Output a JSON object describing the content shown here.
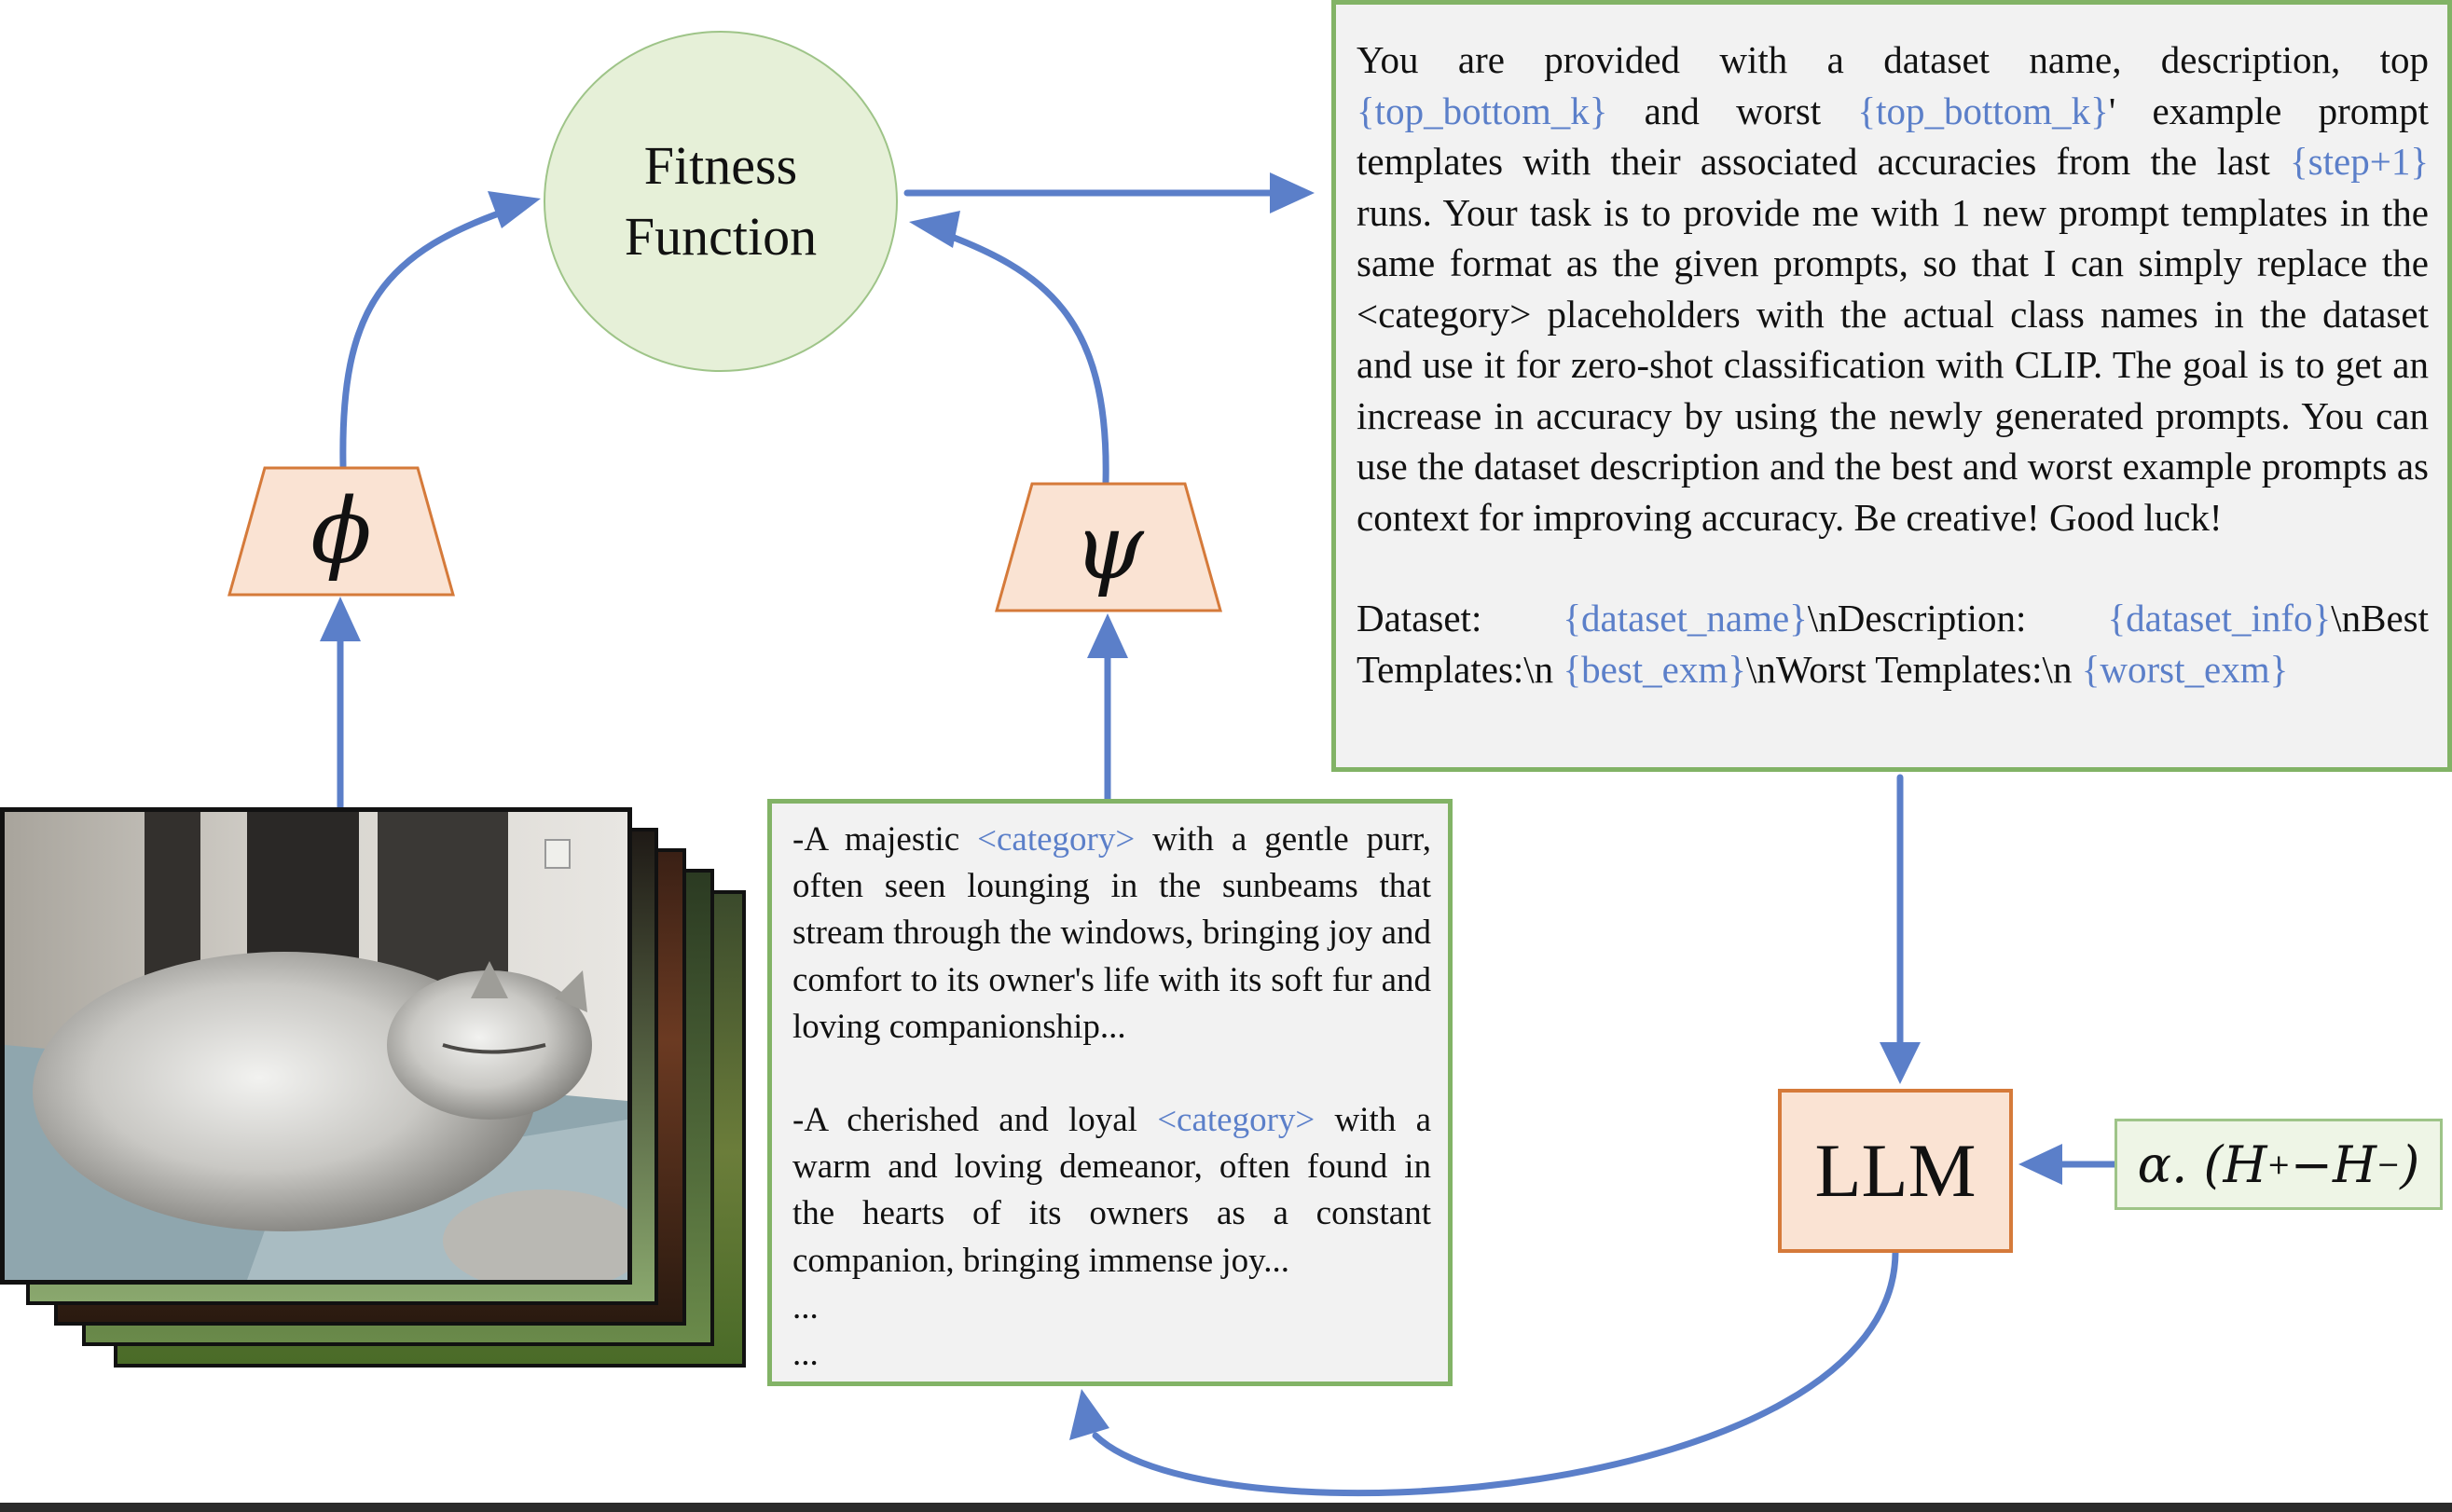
{
  "nodes": {
    "fitness_function": {
      "line1": "Fitness",
      "line2": "Function"
    },
    "phi_encoder": {
      "symbol": "ϕ"
    },
    "psi_encoder": {
      "symbol": "ψ"
    },
    "llm": {
      "label": "LLM"
    },
    "alpha_input": {
      "prefix": "α. (",
      "h": "H",
      "plus": "+",
      "minus_op": " − ",
      "h2": "H",
      "minus": "−",
      "suffix": ")"
    }
  },
  "meta_prompt": {
    "p1_a": "You are provided with a dataset name, description, top ",
    "var_top_bottom_k_1": "{top_bottom_k}",
    "p1_b": " and worst ",
    "var_top_bottom_k_2": "{top_bottom_k}",
    "p1_c": "' example prompt templates with their associated accuracies from the last ",
    "var_step": "{step+1}",
    "p1_d": " runs. Your task is to provide me with 1 new prompt templates in the same format as the given prompts, so that I can simply replace the <category> placeholders with the actual class names in the dataset and use it for zero-shot classification with CLIP. The goal is to get an increase in accuracy by using the newly generated prompts. You can use the dataset description and the best and worst example prompts as context for improving accuracy. Be creative! Good luck!",
    "p2_a": "Dataset: ",
    "var_dataset_name": "{dataset_name}",
    "p2_b": "\\nDescription: ",
    "var_dataset_info": "{dataset_info}",
    "p2_c": "\\nBest Templates:\\n ",
    "var_best_exm": "{best_exm}",
    "p2_d": "\\nWorst Templates:\\n ",
    "var_worst_exm": "{worst_exm}"
  },
  "generated_templates": {
    "t1_a": "-A majestic ",
    "t1_var": "<category>",
    "t1_b": " with a gentle purr, often seen lounging in the sunbeams that stream through the windows, bringing joy and comfort to its owner's life with its soft fur and loving companionship...",
    "t2_a": "-A cherished and loyal ",
    "t2_var": "<category>",
    "t2_b": " with a warm and loving demeanor, often found in the hearts of its owners as a constant companion, bringing immense joy...",
    "ellipsis1": "...",
    "ellipsis2": "..."
  },
  "colors": {
    "arrow": "#5b7fc9",
    "green_border": "#82b366",
    "orange_border": "#d57a3a",
    "orange_fill": "#fae3d3",
    "green_fill": "#e6f0d8",
    "panel_fill": "#f2f2f2"
  }
}
